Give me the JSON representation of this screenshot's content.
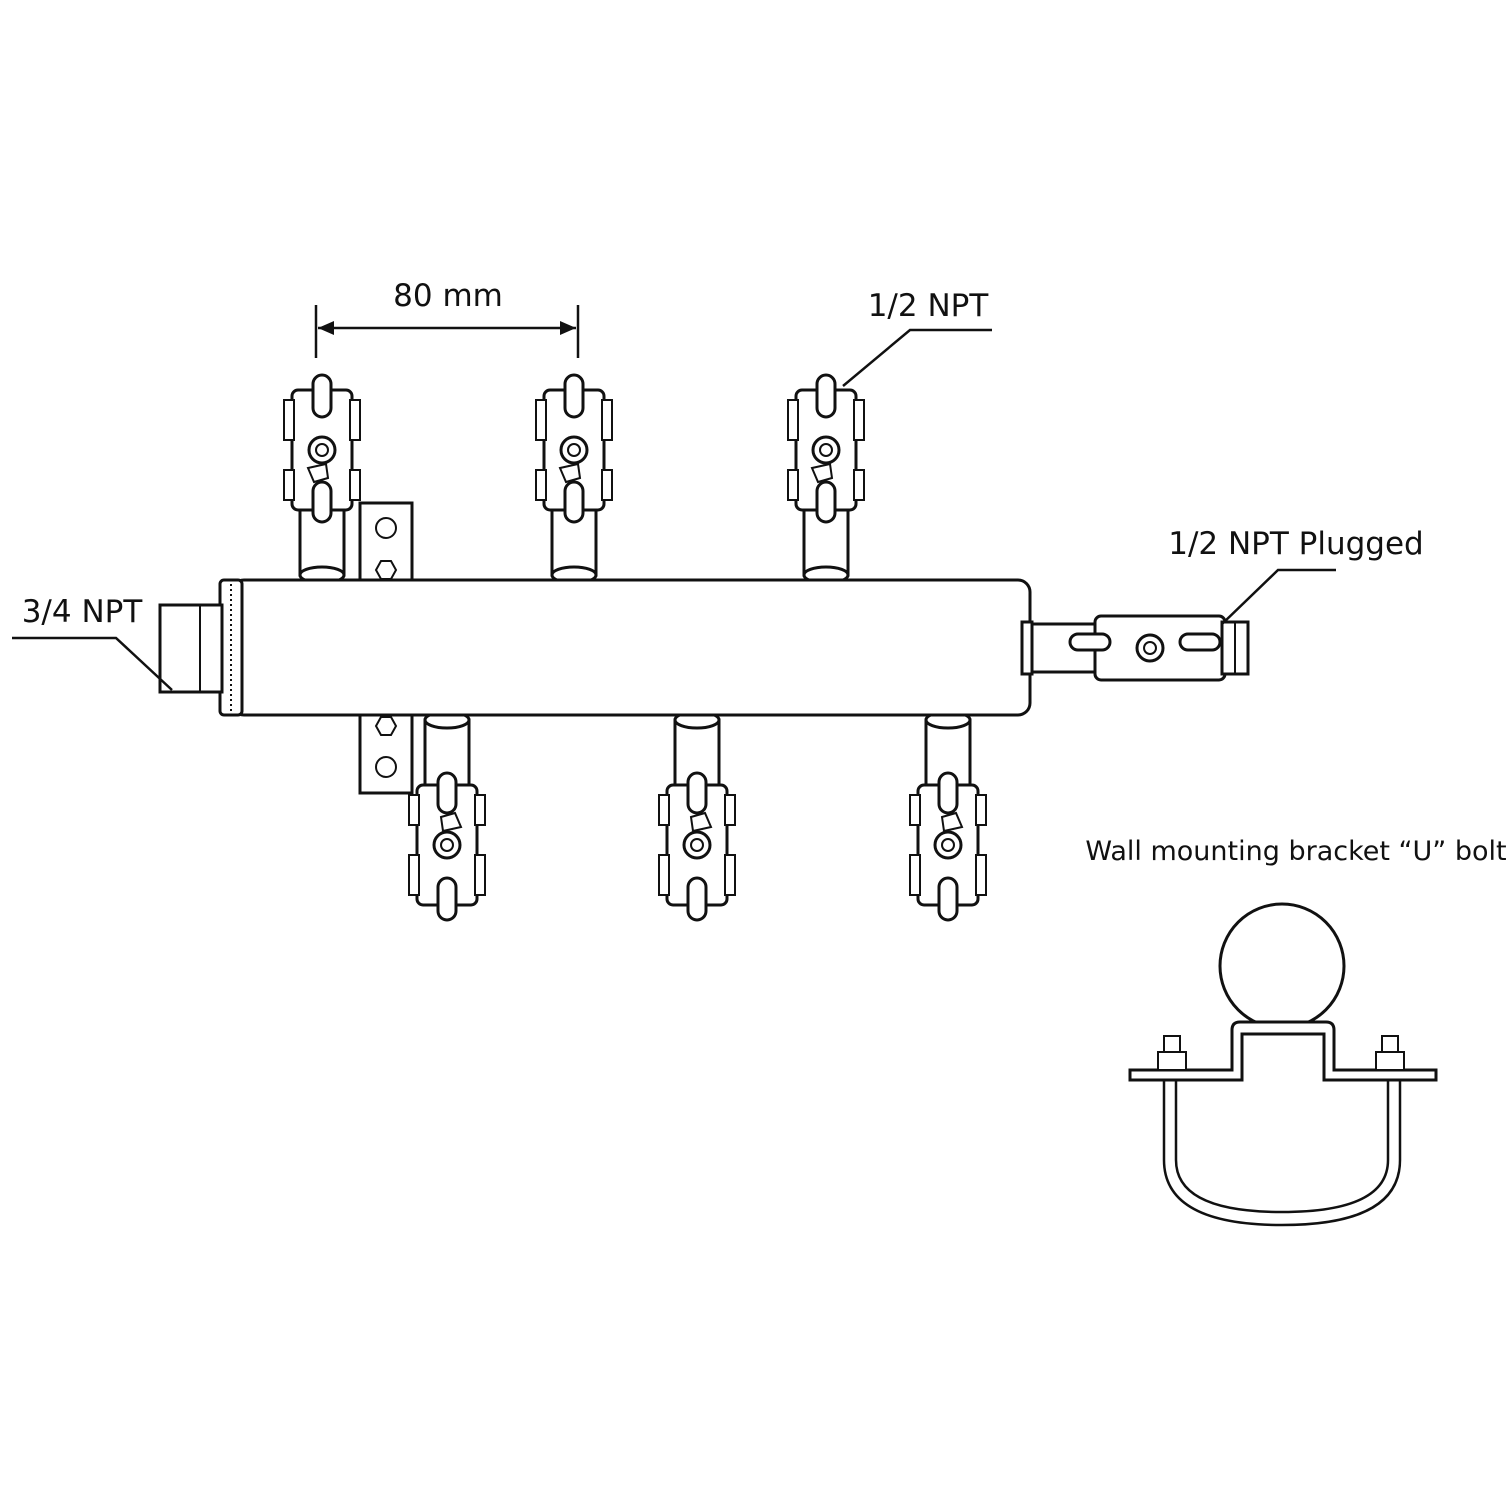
{
  "labels": {
    "spacing": "80 mm",
    "outlet": "1/2 NPT",
    "plugged": "1/2 NPT Plugged",
    "inlet": "3/4 NPT",
    "bracket": "Wall mounting bracket “U” bolt"
  },
  "manifold": {
    "top_outlets": 3,
    "bottom_outlets": 3
  }
}
